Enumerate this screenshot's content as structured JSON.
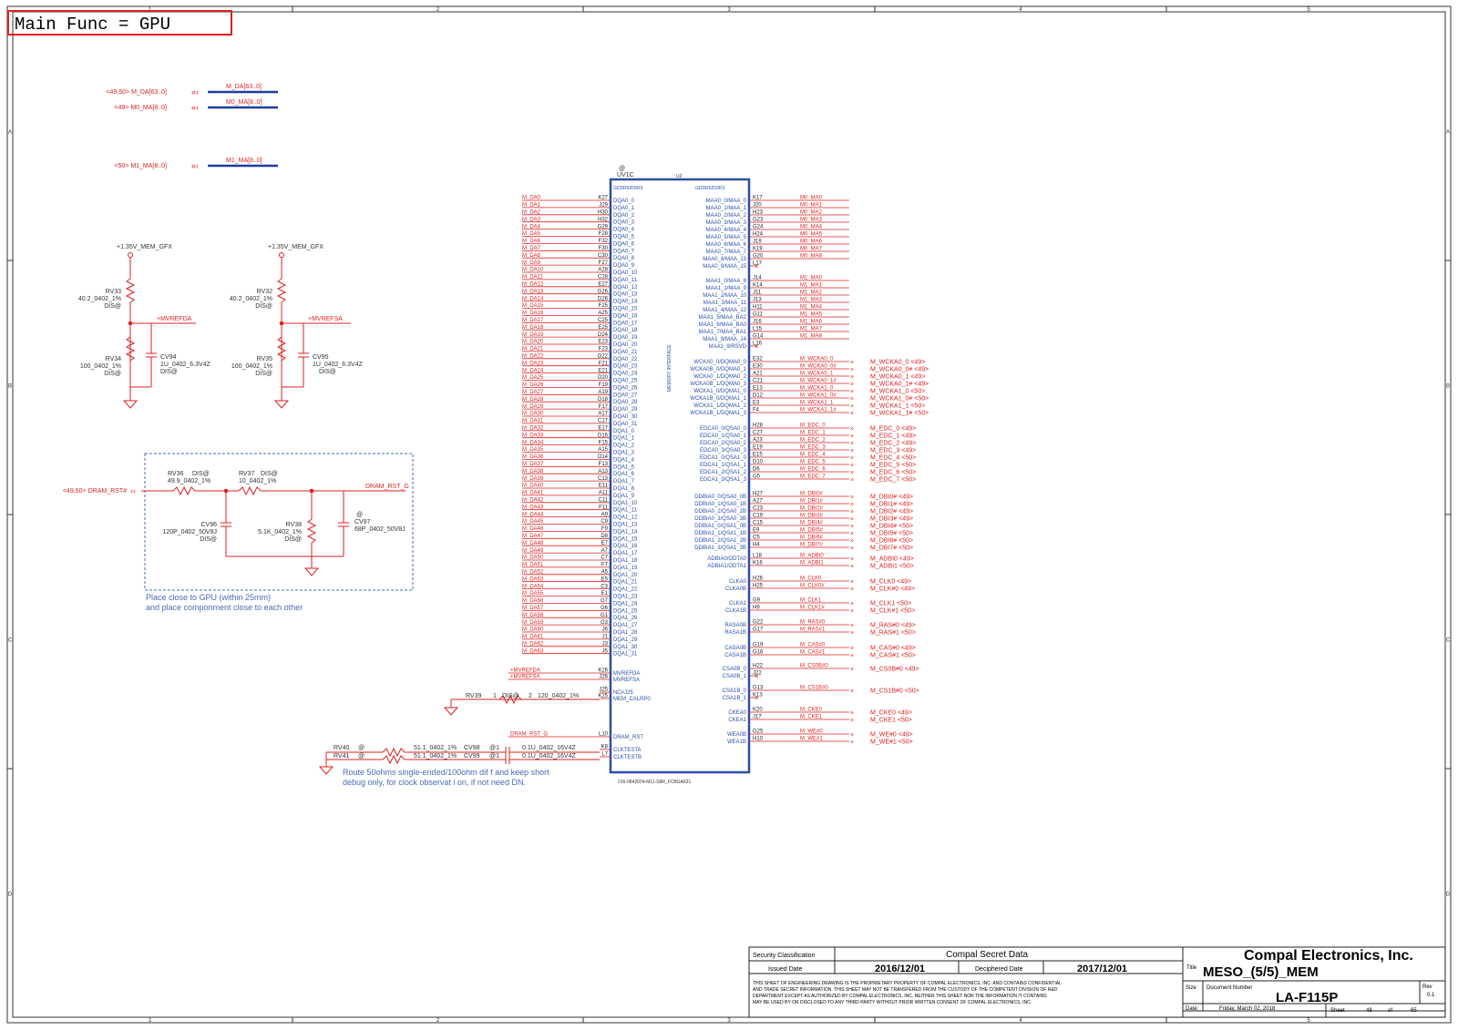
{
  "header": {
    "title": "Main Func = GPU"
  },
  "border": {
    "cols": [
      "1",
      "2",
      "3",
      "4",
      "5"
    ],
    "rows": [
      "A",
      "B",
      "C",
      "D"
    ]
  },
  "bus_ports": [
    {
      "id": "mda",
      "port": "<49,50>  M_DA[63..0]",
      "net": "M_DA[63..0]"
    },
    {
      "id": "m0ma",
      "port": "<49>  M0_MA[8..0]",
      "net": "M0_MA[8..0]"
    },
    {
      "id": "m1ma",
      "port": "<50>  M1_MA[8..0]",
      "net": "M1_MA[8..0]"
    }
  ],
  "vref": [
    {
      "rail": "+1.35V_MEM_GFX",
      "rtop_ref": "RV33",
      "rtop_val": "40.2_0402_1%",
      "rtop_opt": "DIS@",
      "rbot_ref": "RV34",
      "rbot_val": "100_0402_1%",
      "rbot_opt": "DIS@",
      "cap_ref": "CV94",
      "cap_val": "1U_0402_6.3V4Z",
      "cap_opt": "DIS@",
      "net": "+MVREFDA"
    },
    {
      "rail": "+1.35V_MEM_GFX",
      "rtop_ref": "RV32",
      "rtop_val": "40.2_0402_1%",
      "rtop_opt": "DIS@",
      "rbot_ref": "RV35",
      "rbot_val": "100_0402_1%",
      "rbot_opt": "DIS@",
      "cap_ref": "CV95",
      "cap_val": "1U_0402_6.3V4Z",
      "cap_opt": "DIS@",
      "net": "+MVREFSA"
    }
  ],
  "dram_rst": {
    "port": "<49,50>  DRAM_RST#",
    "net": "DRAM_RST_G",
    "rv36_ref": "RV36",
    "rv36_opt": "DIS@",
    "rv36_val": "49.9_0402_1%",
    "rv37_ref": "RV37",
    "rv37_opt": "DIS@",
    "rv37_val": "10_0402_1%",
    "cv96_ref": "CV96",
    "cv96_val": "120P_0402_50V8J",
    "cv96_opt": "DIS@",
    "rv38_ref": "RV38",
    "rv38_val": "5.1K_0402_1%",
    "rv38_opt": "DIS@",
    "cv97_at": "@",
    "cv97_ref": "CV97",
    "cv97_val": "68P_0402_50V8J",
    "note1": "Place close to GPU (within 25mm)",
    "note2": "and place componment close to each other"
  },
  "chip": {
    "at": "@",
    "ref": "UV1C",
    "unit": "U2",
    "left_group": "GDDR5/DDR3",
    "right_group": "GDDR5/DDR3",
    "center": "MEMORY INTERFACE",
    "part": "216-0842024-M11-S8R_FCBGA631"
  },
  "left_pins": [
    {
      "net": "M_DA0",
      "ball": "K27",
      "pin": "DQA0_0"
    },
    {
      "net": "M_DA1",
      "ball": "J29",
      "pin": "DQA0_1"
    },
    {
      "net": "M_DA2",
      "ball": "H30",
      "pin": "DQA0_2"
    },
    {
      "net": "M_DA3",
      "ball": "H32",
      "pin": "DQA0_3"
    },
    {
      "net": "M_DA4",
      "ball": "G29",
      "pin": "DQA0_4"
    },
    {
      "net": "M_DA5",
      "ball": "F28",
      "pin": "DQA0_5"
    },
    {
      "net": "M_DA6",
      "ball": "F32",
      "pin": "DQA0_6"
    },
    {
      "net": "M_DA7",
      "ball": "F30",
      "pin": "DQA0_7"
    },
    {
      "net": "M_DA8",
      "ball": "C30",
      "pin": "DQA0_8"
    },
    {
      "net": "M_DA9",
      "ball": "F27",
      "pin": "DQA0_9"
    },
    {
      "net": "M_DA10",
      "ball": "A28",
      "pin": "DQA0_10"
    },
    {
      "net": "M_DA11",
      "ball": "C28",
      "pin": "DQA0_11"
    },
    {
      "net": "M_DA12",
      "ball": "E27",
      "pin": "DQA0_12"
    },
    {
      "net": "M_DA13",
      "ball": "G26",
      "pin": "DQA0_13"
    },
    {
      "net": "M_DA14",
      "ball": "D26",
      "pin": "DQA0_14"
    },
    {
      "net": "M_DA15",
      "ball": "F25",
      "pin": "DQA0_15"
    },
    {
      "net": "M_DA16",
      "ball": "A25",
      "pin": "DQA0_16"
    },
    {
      "net": "M_DA17",
      "ball": "C25",
      "pin": "DQA0_17"
    },
    {
      "net": "M_DA18",
      "ball": "E25",
      "pin": "DQA0_18"
    },
    {
      "net": "M_DA19",
      "ball": "D24",
      "pin": "DQA0_19"
    },
    {
      "net": "M_DA20",
      "ball": "E23",
      "pin": "DQA0_20"
    },
    {
      "net": "M_DA21",
      "ball": "F23",
      "pin": "DQA0_21"
    },
    {
      "net": "M_DA22",
      "ball": "D22",
      "pin": "DQA0_22"
    },
    {
      "net": "M_DA23",
      "ball": "F21",
      "pin": "DQA0_23"
    },
    {
      "net": "M_DA24",
      "ball": "E21",
      "pin": "DQA0_24"
    },
    {
      "net": "M_DA25",
      "ball": "D20",
      "pin": "DQA0_25"
    },
    {
      "net": "M_DA26",
      "ball": "F19",
      "pin": "DQA0_26"
    },
    {
      "net": "M_DA27",
      "ball": "A19",
      "pin": "DQA0_27"
    },
    {
      "net": "M_DA28",
      "ball": "D18",
      "pin": "DQA0_28"
    },
    {
      "net": "M_DA29",
      "ball": "F17",
      "pin": "DQA0_29"
    },
    {
      "net": "M_DA30",
      "ball": "A17",
      "pin": "DQA0_30"
    },
    {
      "net": "M_DA31",
      "ball": "C17",
      "pin": "DQA0_31"
    },
    {
      "net": "M_DA32",
      "ball": "E17",
      "pin": "DQA1_0"
    },
    {
      "net": "M_DA33",
      "ball": "D16",
      "pin": "DQA1_1"
    },
    {
      "net": "M_DA34",
      "ball": "F15",
      "pin": "DQA1_2"
    },
    {
      "net": "M_DA35",
      "ball": "A15",
      "pin": "DQA1_3"
    },
    {
      "net": "M_DA36",
      "ball": "D14",
      "pin": "DQA1_4"
    },
    {
      "net": "M_DA37",
      "ball": "F13",
      "pin": "DQA1_5"
    },
    {
      "net": "M_DA38",
      "ball": "A13",
      "pin": "DQA1_6"
    },
    {
      "net": "M_DA39",
      "ball": "C13",
      "pin": "DQA1_7"
    },
    {
      "net": "M_DA40",
      "ball": "E11",
      "pin": "DQA1_8"
    },
    {
      "net": "M_DA41",
      "ball": "A11",
      "pin": "DQA1_9"
    },
    {
      "net": "M_DA42",
      "ball": "C11",
      "pin": "DQA1_10"
    },
    {
      "net": "M_DA43",
      "ball": "F11",
      "pin": "DQA1_11"
    },
    {
      "net": "M_DA44",
      "ball": "A9",
      "pin": "DQA1_12"
    },
    {
      "net": "M_DA45",
      "ball": "C9",
      "pin": "DQA1_13"
    },
    {
      "net": "M_DA46",
      "ball": "F9",
      "pin": "DQA1_14"
    },
    {
      "net": "M_DA47",
      "ball": "D8",
      "pin": "DQA1_15"
    },
    {
      "net": "M_DA48",
      "ball": "E7",
      "pin": "DQA1_16"
    },
    {
      "net": "M_DA49",
      "ball": "A7",
      "pin": "DQA1_17"
    },
    {
      "net": "M_DA50",
      "ball": "C7",
      "pin": "DQA1_18"
    },
    {
      "net": "M_DA51",
      "ball": "F7",
      "pin": "DQA1_19"
    },
    {
      "net": "M_DA52",
      "ball": "A5",
      "pin": "DQA1_20"
    },
    {
      "net": "M_DA53",
      "ball": "E5",
      "pin": "DQA1_21"
    },
    {
      "net": "M_DA54",
      "ball": "C3",
      "pin": "DQA1_22"
    },
    {
      "net": "M_DA55",
      "ball": "E1",
      "pin": "DQA1_23"
    },
    {
      "net": "M_DA56",
      "ball": "G7",
      "pin": "DQA1_24"
    },
    {
      "net": "M_DA57",
      "ball": "G6",
      "pin": "DQA1_25"
    },
    {
      "net": "M_DA58",
      "ball": "G1",
      "pin": "DQA1_26"
    },
    {
      "net": "M_DA59",
      "ball": "G3",
      "pin": "DQA1_27"
    },
    {
      "net": "M_DA60",
      "ball": "J6",
      "pin": "DQA1_28"
    },
    {
      "net": "M_DA61",
      "ball": "J1",
      "pin": "DQA1_29"
    },
    {
      "net": "M_DA62",
      "ball": "J3",
      "pin": "DQA1_30"
    },
    {
      "net": "M_DA63",
      "ball": "J5",
      "pin": "DQA1_31"
    }
  ],
  "left_misc": [
    {
      "net": "+MVREFDA",
      "ball": "K26",
      "pin": "MVREFDA"
    },
    {
      "net": "+MVREFSA",
      "ball": "J26",
      "pin": "MVREFSA"
    },
    {
      "net": "",
      "ball": "J25",
      "pin": "NC#J25"
    },
    {
      "net": "",
      "ball": "K25",
      "pin": "MEM_CALRP0"
    },
    {
      "net": "DRAM_RST_G",
      "ball": "L10",
      "pin": "DRAM_RST"
    },
    {
      "net": "",
      "ball": "K8",
      "pin": "CLKTESTA"
    },
    {
      "net": "",
      "ball": "L7",
      "pin": "CLKTESTB"
    }
  ],
  "calrp": {
    "ref": "RV39",
    "opt": "DIS@",
    "val": "120_0402_1%",
    "pin1": "1",
    "pin2": "2"
  },
  "clktest": [
    {
      "ref": "RV40",
      "opt": "@",
      "val": "51.1_0402_1%",
      "cap_ref": "CV98",
      "cap_opt": "@1",
      "cap_val": "0.1U_0402_16V4Z"
    },
    {
      "ref": "RV41",
      "opt": "@",
      "val": "51.1_0402_1%",
      "cap_ref": "CV99",
      "cap_opt": "@1",
      "cap_val": "0.1U_0402_16V4Z"
    }
  ],
  "route_note1": "Route 50ohms single-ended/100ohm dif f and keep short",
  "route_note2": "debug only, for clock observat i on, if not  need  DN.",
  "right_ma": [
    {
      "pin": "MAA0_0/MAA_0",
      "ball": "K17",
      "net": "M0_MA0"
    },
    {
      "pin": "MAA0_1/MAA_1",
      "ball": "J20",
      "net": "M0_MA1"
    },
    {
      "pin": "MAA0_2/MAA_2",
      "ball": "H23",
      "net": "M0_MA2"
    },
    {
      "pin": "MAA0_3/MAA_3",
      "ball": "G23",
      "net": "M0_MA3"
    },
    {
      "pin": "MAA0_4/MAA_4",
      "ball": "G24",
      "net": "M0_MA4"
    },
    {
      "pin": "MAA0_5/MAA_5",
      "ball": "H24",
      "net": "M0_MA5"
    },
    {
      "pin": "MAA0_6/MAA_6",
      "ball": "J19",
      "net": "M0_MA6"
    },
    {
      "pin": "MAA0_7/MAA_7",
      "ball": "K19",
      "net": "M0_MA7"
    },
    {
      "pin": "MAA0_8/MAA_13",
      "ball": "G20",
      "net": "M0_MA8"
    },
    {
      "pin": "MAA0_9/MAA_15",
      "ball": "L17",
      "net": ""
    },
    {
      "pin": "MAA1_0/MAA_8",
      "ball": "J14",
      "net": "M1_MA0"
    },
    {
      "pin": "MAA1_1/MAA_9",
      "ball": "K14",
      "net": "M1_MA1"
    },
    {
      "pin": "MAA1_2/MAA_10",
      "ball": "J11",
      "net": "M1_MA2"
    },
    {
      "pin": "MAA1_3/MAA_11",
      "ball": "J13",
      "net": "M1_MA3"
    },
    {
      "pin": "MAA1_4/MAA_12",
      "ball": "H11",
      "net": "M1_MA4"
    },
    {
      "pin": "MAA1_5/MAA_BA2",
      "ball": "G11",
      "net": "M1_MA5"
    },
    {
      "pin": "MAA1_6/MAA_BA0",
      "ball": "J16",
      "net": "M1_MA6"
    },
    {
      "pin": "MAA1_7/MAA_BA1",
      "ball": "L15",
      "net": "M1_MA7"
    },
    {
      "pin": "MAA1_8/MAA_14",
      "ball": "G14",
      "net": "M1_MA8"
    },
    {
      "pin": "MAA1_9/RSVD",
      "ball": "L16",
      "net": ""
    }
  ],
  "right_wck": [
    {
      "pin": "WCKA0_0/DQMA0_0",
      "ball": "E32",
      "net": "M_WCKA0_0",
      "port": "M_WCKA0_0  <49>"
    },
    {
      "pin": "WCKA0B_0/DQMA0_1",
      "ball": "E30",
      "net": "M_WCKA0_0#",
      "port": "M_WCKA0_0#  <49>"
    },
    {
      "pin": "WCKA0_1/DQMA0_2",
      "ball": "A21",
      "net": "M_WCKA0_1",
      "port": "M_WCKA0_1  <49>"
    },
    {
      "pin": "WCKA0B_1/DQMA0_3",
      "ball": "C21",
      "net": "M_WCKA0_1#",
      "port": "M_WCKA0_1#  <49>"
    },
    {
      "pin": "WCKA1_0/DQMA1_0",
      "ball": "E13",
      "net": "M_WCKA1_0",
      "port": "M_WCKA1_0  <50>"
    },
    {
      "pin": "WCKA1B_0/DQMA1_1",
      "ball": "D12",
      "net": "M_WCKA1_0#",
      "port": "M_WCKA1_0#  <50>"
    },
    {
      "pin": "WCKA1_1/DQMA1_2",
      "ball": "E3",
      "net": "M_WCKA1_1",
      "port": "M_WCKA1_1  <50>"
    },
    {
      "pin": "WCKA1B_1/DQMA1_3",
      "ball": "F4",
      "net": "M_WCKA1_1#",
      "port": "M_WCKA1_1#  <50>"
    }
  ],
  "right_edc": [
    {
      "pin": "EDCA0_0/QSA0_0",
      "ball": "H28",
      "net": "M_EDC_0",
      "port": "M_EDC_0  <49>"
    },
    {
      "pin": "EDCA0_1/QSA0_1",
      "ball": "C27",
      "net": "M_EDC_1",
      "port": "M_EDC_1  <49>"
    },
    {
      "pin": "EDCA0_2/QSA0_2",
      "ball": "A23",
      "net": "M_EDC_2",
      "port": "M_EDC_2  <49>"
    },
    {
      "pin": "EDCA0_3/QSA0_3",
      "ball": "E19",
      "net": "M_EDC_3",
      "port": "M_EDC_3  <49>"
    },
    {
      "pin": "EDCA1_0/QSA1_0",
      "ball": "E15",
      "net": "M_EDC_4",
      "port": "M_EDC_4  <50>"
    },
    {
      "pin": "EDCA1_1/QSA1_1",
      "ball": "D10",
      "net": "M_EDC_5",
      "port": "M_EDC_5  <50>"
    },
    {
      "pin": "EDCA1_2/QSA1_2",
      "ball": "D6",
      "net": "M_EDC_6",
      "port": "M_EDC_6  <50>"
    },
    {
      "pin": "EDCA1_3/QSA1_3",
      "ball": "G5",
      "net": "M_EDC_7",
      "port": "M_EDC_7  <50>"
    }
  ],
  "right_dbi": [
    {
      "pin": "DDBIA0_0/QSA0_0B",
      "ball": "H27",
      "net": "M_DBI0#",
      "port": "M_DBI0#  <49>"
    },
    {
      "pin": "DDBIA0_1/QSA0_1B",
      "ball": "A27",
      "net": "M_DBI1#",
      "port": "M_DBI1#  <49>"
    },
    {
      "pin": "DDBIA0_2/QSA0_2B",
      "ball": "C23",
      "net": "M_DBI2#",
      "port": "M_DBI2#  <49>"
    },
    {
      "pin": "DDBIA0_3/QSA0_3B",
      "ball": "C19",
      "net": "M_DBI3#",
      "port": "M_DBI3#  <49>"
    },
    {
      "pin": "DDBIA1_0/QSA1_0B",
      "ball": "C15",
      "net": "M_DBI4#",
      "port": "M_DBI4#  <50>"
    },
    {
      "pin": "DDBIA1_1/QSA1_1B",
      "ball": "E9",
      "net": "M_DBI5#",
      "port": "M_DBI5#  <50>"
    },
    {
      "pin": "DDBIA1_2/QSA1_2B",
      "ball": "C5",
      "net": "M_DBI6#",
      "port": "M_DBI6#  <50>"
    },
    {
      "pin": "DDBIA1_3/QSA1_3B",
      "ball": "H4",
      "net": "M_DBI7#",
      "port": "M_DBI7#  <50>"
    }
  ],
  "right_ctrl": [
    {
      "pin": "ADBIA0/ODTA0",
      "ball": "L18",
      "net": "M_ADBI0",
      "port": "M_ADBI0  <49>"
    },
    {
      "pin": "ADBIA1/ODTA1",
      "ball": "K16",
      "net": "M_ADBI1",
      "port": "M_ADBI1  <50>"
    },
    {
      "pin": "CLKA0",
      "ball": "H26",
      "net": "M_CLK0",
      "port": "M_CLK0  <49>"
    },
    {
      "pin": "CLKA0B",
      "ball": "H25",
      "net": "M_CLK0#",
      "port": "M_CLK#0  <49>"
    },
    {
      "pin": "CLKA1",
      "ball": "G9",
      "net": "M_CLK1",
      "port": "M_CLK1  <50>"
    },
    {
      "pin": "CLKA1B",
      "ball": "H9",
      "net": "M_CLK1#",
      "port": "M_CLK#1  <50>"
    },
    {
      "pin": "RASA0B",
      "ball": "G22",
      "net": "M_RAS#0",
      "port": "M_RAS#0  <49>"
    },
    {
      "pin": "RASA1B",
      "ball": "G17",
      "net": "M_RAS#1",
      "port": "M_RAS#1  <50>"
    },
    {
      "pin": "CASA0B",
      "ball": "G19",
      "net": "M_CAS#0",
      "port": "M_CAS#0  <49>"
    },
    {
      "pin": "CASA1B",
      "ball": "G16",
      "net": "M_CAS#1",
      "port": "M_CAS#1  <50>"
    },
    {
      "pin": "CSA0B_0",
      "ball": "H22",
      "net": "M_CS0B#0",
      "port": "M_CS0B#0  <49>"
    },
    {
      "pin": "CSA0B_1",
      "ball": "J22",
      "net": "",
      "port": ""
    },
    {
      "pin": "CSA1B_0",
      "ball": "G13",
      "net": "M_CS1B#0",
      "port": "M_CS1B#0  <50>"
    },
    {
      "pin": "CSA1B_1",
      "ball": "K13",
      "net": "",
      "port": ""
    },
    {
      "pin": "CKEA0",
      "ball": "K20",
      "net": "M_CKE0",
      "port": "M_CKE0  <49>"
    },
    {
      "pin": "CKEA1",
      "ball": "J17",
      "net": "M_CKE1",
      "port": "M_CKE1  <50>"
    },
    {
      "pin": "WEA0B",
      "ball": "G25",
      "net": "M_WE#0",
      "port": "M_WE#0  <49>"
    },
    {
      "pin": "WEA1B",
      "ball": "H10",
      "net": "M_WE#1",
      "port": "M_WE#1  <50>"
    }
  ],
  "title_block": {
    "security_label": "Security  Classification",
    "security_value": "Compal Secret Data",
    "company": "Compal Electronics, Inc.",
    "issued_label": "Issued Date",
    "issued_value": "2016/12/01",
    "deciphered_label": "Deciphered Date",
    "deciphered_value": "2017/12/01",
    "title_label": "Title",
    "title_value": "MESO_(5/5)_MEM",
    "disclaimer1": "THIS SHEET OF ENGINEERING DRAWING IS THE PROPRIETARY PROPERTY OF COMPAL ELECTRONICS, INC. AND CONTAINS CONFIDENTIAL",
    "disclaimer2": "AND TRADE SECRET INFORMATION. THIS SHEET MAY NOT BE TRANSFERED FROM THE CUSTODY OF THE COMPETENT DIVISION OF R&D",
    "disclaimer3": "DEPARTMENT EXCEPT AS AUTHORIZED BY COMPAL ELECTRONICS, INC. NEITHER THIS SHEET NOR THE INFORMATION IT CONTAINS",
    "disclaimer4": "MAY BE USED BY OR DISCLOSED TO ANY THIRD PARTY WITHOUT PRIOR WRITTEN CONSENT OF COMPAL ELECTRONICS, INC.",
    "size_label": "Size",
    "docnum_label": "Document  Number",
    "docnum_value": "LA-F115P",
    "rev_label": "Rev",
    "rev_value": "0.1",
    "date_label": "Date:",
    "date_value": "Friday, March 02, 2018",
    "sheet_label": "Sheet",
    "sheet_value": "48",
    "of_label": "of",
    "of_value": "65"
  }
}
